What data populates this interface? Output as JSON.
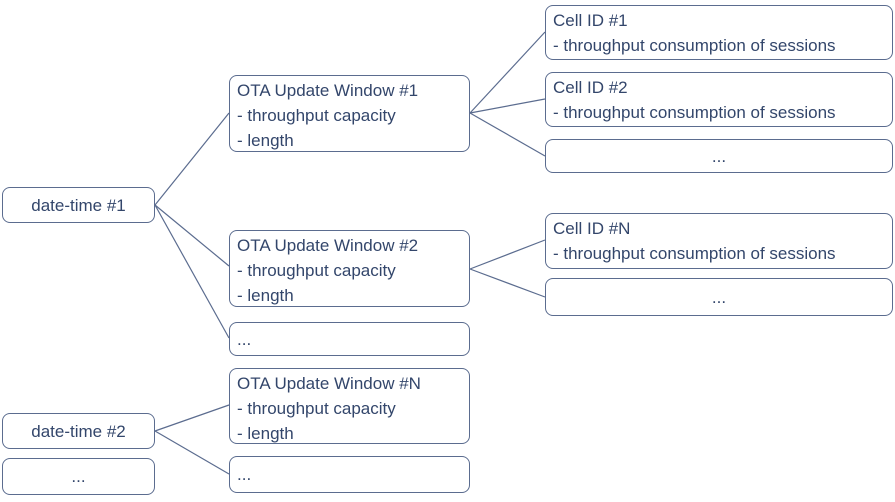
{
  "diagram": {
    "colors": {
      "border": "#5B6C8F",
      "text": "#33466B",
      "line": "#5B6C8F",
      "background": "#FFFFFF"
    },
    "datetime1": {
      "label": "date-time #1"
    },
    "datetime2": {
      "label": "date-time #2"
    },
    "datetime_more": {
      "label": "..."
    },
    "ota1": {
      "title": "OTA Update Window #1",
      "attr1": "- throughput capacity",
      "attr2": "- length"
    },
    "ota2": {
      "title": "OTA Update Window #2",
      "attr1": "- throughput capacity",
      "attr2": "- length"
    },
    "ota_more1": {
      "label": "..."
    },
    "otaN": {
      "title": "OTA Update Window #N",
      "attr1": "- throughput capacity",
      "attr2": "- length"
    },
    "ota_more2": {
      "label": "..."
    },
    "cell1": {
      "title": "Cell ID #1",
      "attr1": "- throughput consumption of sessions"
    },
    "cell2": {
      "title": "Cell ID #2",
      "attr1": "- throughput consumption of sessions"
    },
    "cell_more1": {
      "label": "..."
    },
    "cellN": {
      "title": "Cell ID #N",
      "attr1": "- throughput consumption of sessions"
    },
    "cell_more2": {
      "label": "..."
    }
  }
}
